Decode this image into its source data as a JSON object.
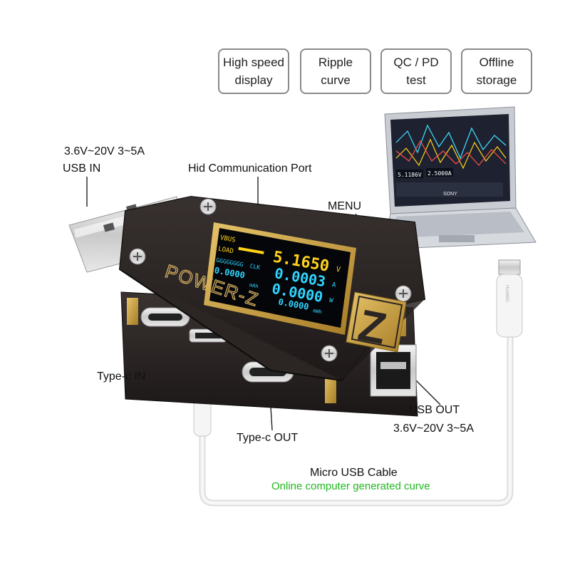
{
  "features": [
    {
      "line1": "High speed",
      "line2": "display"
    },
    {
      "line1": "Ripple",
      "line2": "curve"
    },
    {
      "line1": "QC / PD",
      "line2": "test"
    },
    {
      "line1": "Offline",
      "line2": "storage"
    }
  ],
  "labels": {
    "usb_in_spec": "3.6V~20V 3~5A",
    "usb_in": "USB IN",
    "hid_port": "Hid Communication Port",
    "menu": "MENU",
    "typec_in": "Type-c IN",
    "typec_out": "Type-c OUT",
    "usb_out": "USB OUT",
    "usb_out_spec": "3.6V~20V 3~5A",
    "micro_usb": "Micro USB Cable",
    "online_curve": "Online computer generated curve"
  },
  "device": {
    "brand": "POWER-Z",
    "logo_letter": "Z",
    "lcd": {
      "vbus": "VBUS",
      "load": "LOAD",
      "voltage": "5.1650",
      "voltage_unit": "V",
      "current": "0.0003",
      "current_unit": "A",
      "power": "0.0000",
      "power_unit": "W",
      "row4_left": "0.0000",
      "row4_unit": "mAh",
      "row4_right": "0.0000",
      "row4_right_unit": "mWh",
      "ggg": "GGGGGGGG",
      "clk": "CLK"
    }
  },
  "laptop": {
    "readout_voltage": "5.1186V",
    "readout_current": "2.5000A",
    "brand": "SONY"
  },
  "cable": {
    "brand": "HUAWEI"
  },
  "colors": {
    "device_body": "#231f1e",
    "gold": "#c9a24a",
    "lcd_yellow": "#ffd21a",
    "lcd_cyan": "#2fd6ff",
    "green_text": "#1fb81f"
  }
}
